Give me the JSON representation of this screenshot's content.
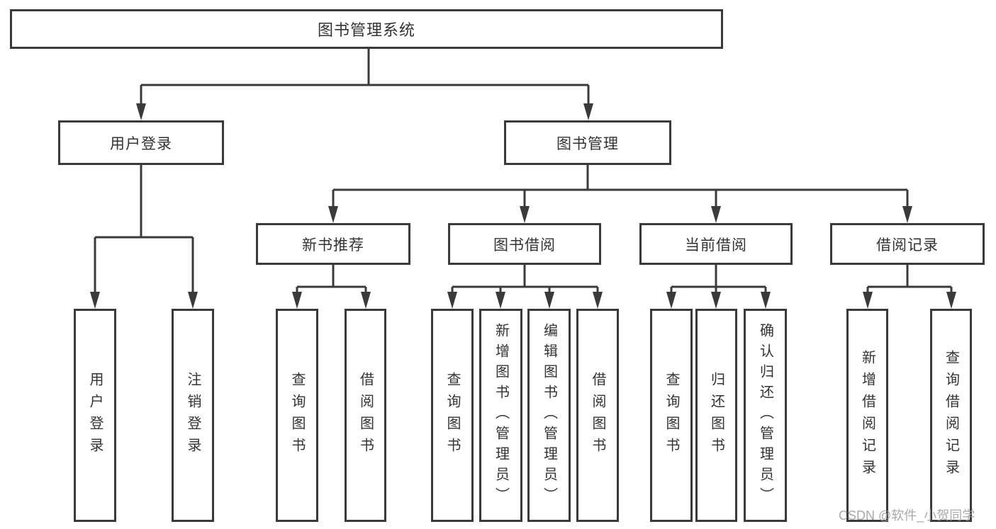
{
  "diagram": {
    "root": "图书管理系统",
    "branches": {
      "user_login": {
        "label": "用户登录",
        "children": [
          "用户登录",
          "注销登录"
        ]
      },
      "book_mgmt": {
        "label": "图书管理"
      }
    },
    "modules": [
      {
        "label": "新书推荐",
        "children": [
          "查询图书",
          "借阅图书"
        ]
      },
      {
        "label": "图书借阅",
        "children": [
          "查询图书",
          "新增图书（管理员）",
          "编辑图书（管理员）",
          "借阅图书"
        ]
      },
      {
        "label": "当前借阅",
        "children": [
          "查询图书",
          "归还图书",
          "确认归还（管理员）"
        ]
      },
      {
        "label": "借阅记录",
        "children": [
          "新增借阅记录",
          "查询借阅记录"
        ]
      }
    ],
    "watermark": "CSDN @软件_小贺同学",
    "colors": {
      "line": "#3a3a3a",
      "text": "#333333",
      "watermark": "#9b9b9b"
    }
  }
}
